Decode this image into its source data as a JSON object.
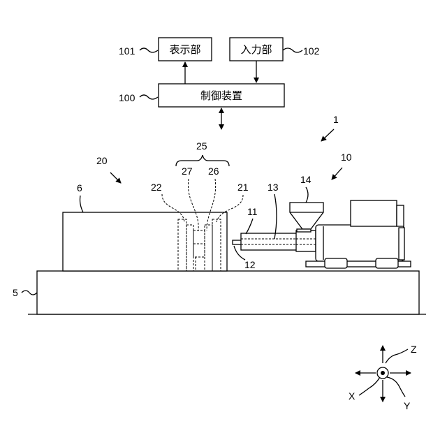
{
  "blocks": {
    "display_unit": {
      "label": "表示部",
      "ref": "101"
    },
    "input_unit": {
      "label": "入力部",
      "ref": "102"
    },
    "controller": {
      "label": "制御装置",
      "ref": "100"
    }
  },
  "reference_numerals": {
    "machine": "1",
    "injection_unit": "10",
    "cylinder": "11",
    "nozzle": "12",
    "screw": "13",
    "hopper": "14",
    "mold_clamping_unit": "20",
    "movable_mold": "21",
    "fixed_mold": "22",
    "mold": "25",
    "mold_26": "26",
    "mold_27": "27",
    "frame": "5",
    "cover": "6"
  },
  "axes": {
    "x": "X",
    "y": "Y",
    "z": "Z"
  }
}
